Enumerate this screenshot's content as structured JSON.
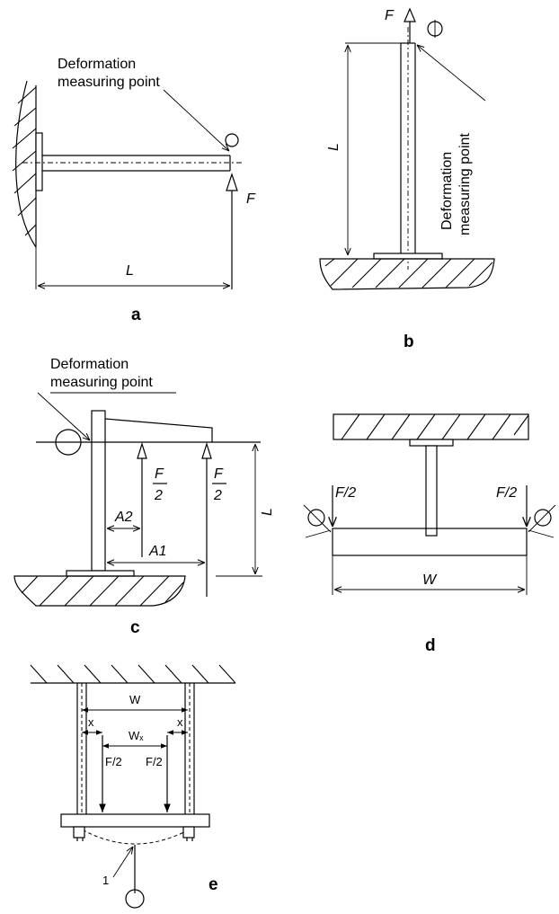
{
  "diagrams": {
    "a": {
      "caption": "a",
      "measuring_label_line1": "Deformation",
      "measuring_label_line2": "measuring point",
      "force_label": "F",
      "length_label": "L"
    },
    "b": {
      "caption": "b",
      "measuring_label_line1": "Deformation",
      "measuring_label_line2": "measuring point",
      "force_label": "F",
      "length_label": "L"
    },
    "c": {
      "caption": "c",
      "measuring_label_line1": "Deformation",
      "measuring_label_line2": "measuring point",
      "force_num": "F",
      "force_den": "2",
      "a1_label": "A1",
      "a2_label": "A2",
      "length_label": "L"
    },
    "d": {
      "caption": "d",
      "force_left": "F/2",
      "force_right": "F/2",
      "width_label": "W"
    },
    "e": {
      "caption": "e",
      "width_label": "W",
      "wx_label": "Wₓ",
      "x_left": "x",
      "x_right": "x",
      "force_left": "F/2",
      "force_right": "F/2",
      "callout": "1"
    }
  }
}
